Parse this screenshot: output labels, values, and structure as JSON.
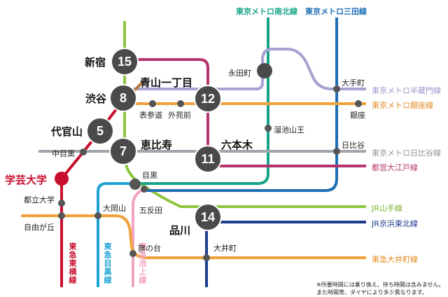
{
  "lines": {
    "namboku": {
      "label": "東京メトロ南北線",
      "color": "#17a58a"
    },
    "mita": {
      "label": "東京メトロ三田線",
      "color": "#1f6fb5"
    },
    "hanzomon": {
      "label": "東京メトロ半蔵門線",
      "color": "#9b96cc"
    },
    "ginza": {
      "label": "東京メトロ銀座線",
      "color": "#f0a23a"
    },
    "hibiya": {
      "label": "東京メトロ日比谷線",
      "color": "#9ea5ab"
    },
    "oedo": {
      "label": "都営大江戸線",
      "color": "#b6336e"
    },
    "yamanote": {
      "label": "JR山手線",
      "color": "#8cc63f"
    },
    "keihin": {
      "label": "JR京浜東北線",
      "color": "#1b3d8c"
    },
    "oimachi": {
      "label": "東急大井町線",
      "color": "#f0a23a"
    },
    "toyoko": {
      "label": "東急東横線",
      "color": "#c8102e"
    },
    "meguro": {
      "label": "東急目黒線",
      "color": "#1fa3d6"
    },
    "ikegami": {
      "label": "東急池上線",
      "color": "#f3a3c2"
    },
    "fukutoshin": {
      "color": "#b07b3a"
    }
  },
  "stations": {
    "shinjuku": {
      "label": "新宿",
      "minutes": "15"
    },
    "shibuya": {
      "label": "渋谷",
      "minutes": "8"
    },
    "daikanyama": {
      "label": "代官山",
      "minutes": "5"
    },
    "ebisu": {
      "label": "恵比寿",
      "minutes": "7"
    },
    "aoyama": {
      "label": "青山一丁目",
      "minutes": "12"
    },
    "roppongi": {
      "label": "六本木",
      "minutes": "11"
    },
    "shinagawa": {
      "label": "品川",
      "minutes": "14"
    },
    "gakugei": {
      "label": "学芸大学"
    },
    "nagatacho": {
      "label": "永田町"
    },
    "otemachi": {
      "label": "大手町"
    },
    "ginza": {
      "label": "銀座"
    },
    "omotesando": {
      "label": "表参道"
    },
    "gaienmae": {
      "label": "外苑前"
    },
    "tameike": {
      "label": "溜池山王"
    },
    "hibiya": {
      "label": "日比谷"
    },
    "nakameguro": {
      "label": "中目黒"
    },
    "meguro": {
      "label": "目黒"
    },
    "toritsudaigaku": {
      "label": "都立大学"
    },
    "jiyugaoka": {
      "label": "自由が丘"
    },
    "ookayama": {
      "label": "大岡山"
    },
    "gotanda": {
      "label": "五反田"
    },
    "hatanodai": {
      "label": "旗の台"
    },
    "oimachi": {
      "label": "大井町"
    }
  },
  "note": {
    "line1": "※所要時間には乗り換え、待ち時間は含みません。",
    "line2": "また時間帯、ダイヤにより多少異なります。"
  }
}
